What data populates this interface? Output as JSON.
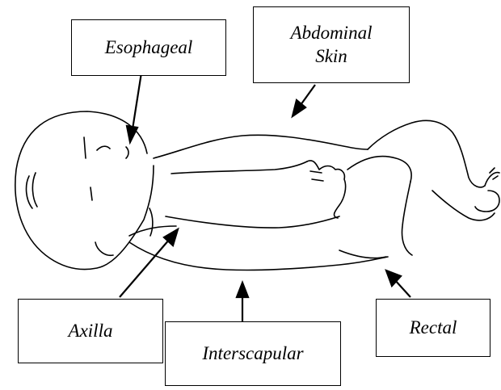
{
  "labels": {
    "esophageal": "Esophageal",
    "abdominal_line1": "Abdominal",
    "abdominal_line2": "Skin",
    "axilla": "Axilla",
    "interscapular": "Interscapular",
    "rectal": "Rectal"
  },
  "colors": {
    "line": "#000000",
    "background": "#ffffff"
  }
}
